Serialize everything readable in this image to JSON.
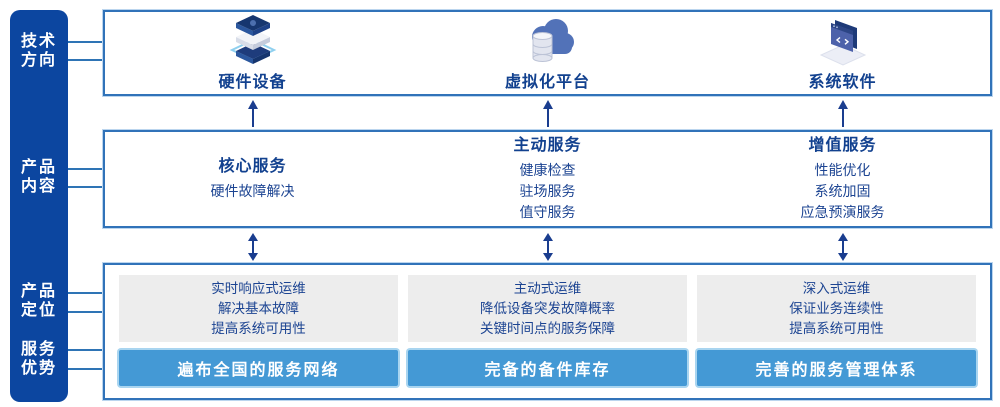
{
  "sidebar": {
    "items": [
      {
        "line1": "技术",
        "line2": "方向"
      },
      {
        "line1": "产品",
        "line2": "内容"
      },
      {
        "line1": "产品",
        "line2": "定位"
      },
      {
        "line1": "服务",
        "line2": "优势"
      }
    ]
  },
  "tech_row": {
    "items": [
      {
        "icon": "server-stack-icon",
        "label": "硬件设备"
      },
      {
        "icon": "cloud-database-icon",
        "label": "虚拟化平台"
      },
      {
        "icon": "code-window-icon",
        "label": "系统软件"
      }
    ]
  },
  "content_row": {
    "columns": [
      {
        "heading": "核心服务",
        "item1": "硬件故障解决",
        "item2": "",
        "item3": ""
      },
      {
        "heading": "主动服务",
        "item1": "健康检查",
        "item2": "驻场服务",
        "item3": "值守服务"
      },
      {
        "heading": "增值服务",
        "item1": "性能优化",
        "item2": "系统加固",
        "item3": "应急预演服务"
      }
    ]
  },
  "bottom_row": {
    "groups": [
      {
        "line1": "实时响应式运维",
        "line2": "解决基本故障",
        "line3": "提高系统可用性",
        "advantage": "遍布全国的服务网络"
      },
      {
        "line1": "主动式运维",
        "line2": "降低设备突发故障概率",
        "line3": "关键时间点的服务保障",
        "advantage": "完备的备件库存"
      },
      {
        "line1": "深入式运维",
        "line2": "保证业务连续性",
        "line3": "提高系统可用性",
        "advantage": "完善的服务管理体系"
      }
    ]
  },
  "colors": {
    "sidebar_blue": "#0C46A0",
    "panel_border_blue": "#3173B9",
    "text_dark_blue": "#1C4492",
    "heading_blue": "#12418F",
    "bar_blue": "#4499D5",
    "panel_gray": "#EDEDED",
    "arrow_navy": "#1A3D8F"
  }
}
